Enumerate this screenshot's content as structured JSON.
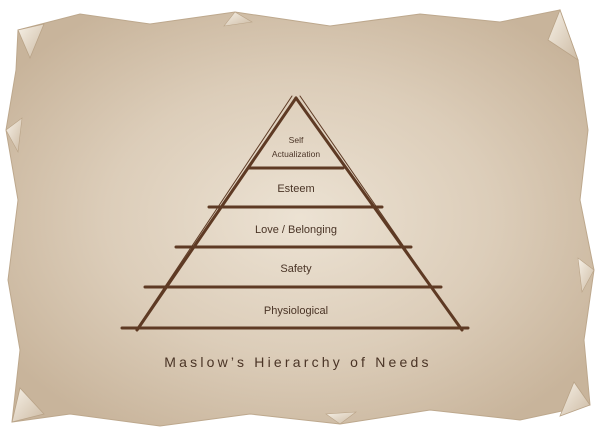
{
  "diagram": {
    "title": "Maslow’s Hierarchy of Needs",
    "tiers": [
      {
        "label": "Self",
        "label2": "Actualization"
      },
      {
        "label": "Esteem"
      },
      {
        "label": "Love / Belonging"
      },
      {
        "label": "Safety"
      },
      {
        "label": "Physiological"
      }
    ]
  },
  "colors": {
    "paper": "#d6c6b1",
    "paper_light": "#eadfcf",
    "paper_edge": "#c2ad93",
    "ink": "#5e3a24",
    "text": "#4a3426"
  }
}
